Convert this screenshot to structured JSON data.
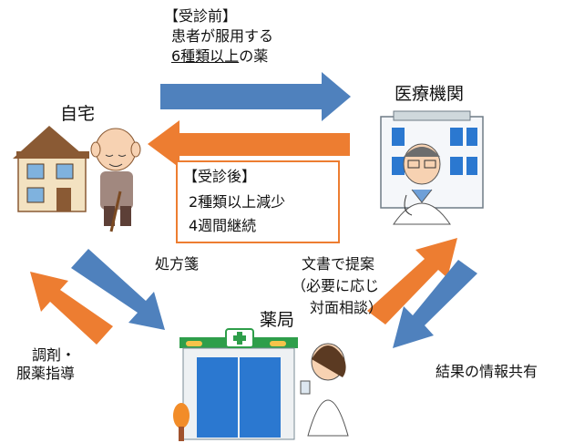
{
  "before_visit": {
    "heading": "【受診前】",
    "line1": "患者が服用する",
    "line2_underlined": "6種類以上",
    "line2_rest": "の薬"
  },
  "after_visit": {
    "heading": "【受診後】",
    "line1": "2種類以上減少",
    "line2": "4週間継続"
  },
  "nodes": {
    "home": "自宅",
    "hospital": "医療機関",
    "pharmacy": "薬局"
  },
  "flows": {
    "prescription": "処方箋",
    "dispensing_line1": "調剤・",
    "dispensing_line2": "服薬指導",
    "proposal_line1": "文書で提案",
    "proposal_line2": "（必要に応じ",
    "proposal_line3": "対面相談）",
    "result_sharing": "結果の情報共有"
  },
  "colors": {
    "blue_arrow": "#4f81bd",
    "orange_arrow": "#ed7d31"
  }
}
